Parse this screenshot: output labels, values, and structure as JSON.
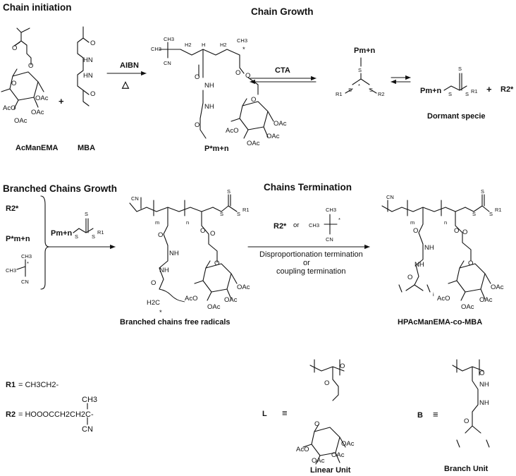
{
  "headings": {
    "chain_initiation": "Chain initiation",
    "chain_growth": "Chain Growth",
    "branched_chains_growth": "Branched Chains Growth",
    "chains_termination": "Chains Termination"
  },
  "compounds": {
    "acmanema": "AcManEMA",
    "mba": "MBA",
    "dormant_specie": "Dormant specie",
    "branched_radicals": "Branched chains free radicals",
    "product": "HPAcManEMA-co-MBA",
    "linear_unit": "Linear Unit",
    "branch_unit": "Branch Unit"
  },
  "reagents": {
    "aibn": "AIBN",
    "heat": "△",
    "cta": "CTA",
    "plus": "+",
    "or": "or",
    "disproportionation": "Disproportionation termination",
    "or2": "or",
    "coupling": "coupling termination"
  },
  "atoms": {
    "oac": "OAc",
    "aco": "AcO",
    "o": "O",
    "nh": "NH",
    "hn": "HN",
    "cn": "CN",
    "ch3": "CH3",
    "h2": "H2",
    "h": "H",
    "s": "S",
    "r1": "R1",
    "r2": "R2",
    "r2_radical": "R2*",
    "p_mn": "Pm+n",
    "p_mn_radical": "P*m+n",
    "h2c_radical": "H2C",
    "star": "*",
    "m": "m",
    "n": "n",
    "i": "i"
  },
  "definitions": {
    "r1_label": "R1",
    "r1_value": "= CH3CH2-",
    "r2_label": "R2",
    "r2_value": "= HOOOCCH2CH2C-",
    "r2_ch3": "CH3",
    "r2_cn": "CN",
    "l_symbol": "L",
    "b_symbol": "B",
    "equiv": "≡"
  }
}
